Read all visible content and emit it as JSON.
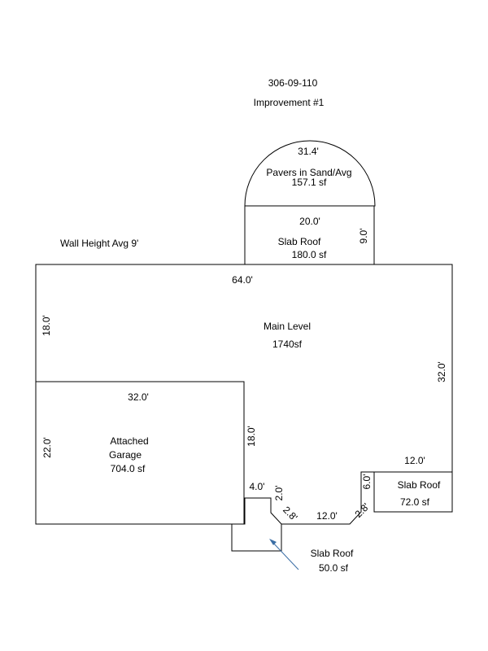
{
  "header": {
    "parcel_id": "306-09-110",
    "improvement": "Improvement #1"
  },
  "notes": {
    "wall_height": "Wall Height Avg 9'"
  },
  "areas": {
    "pavers": {
      "label": "Pavers in Sand/Avg",
      "area": "157.1 sf"
    },
    "slab_roof_top": {
      "label": "Slab Roof",
      "area": "180.0 sf"
    },
    "main_level": {
      "label": "Main Level",
      "area": "1740sf"
    },
    "garage": {
      "label_line1": "Attached",
      "label_line2": "Garage",
      "area": "704.0 sf"
    },
    "slab_roof_right": {
      "label": "Slab Roof",
      "area": "72.0 sf"
    },
    "slab_roof_bottom": {
      "label": "Slab Roof",
      "area": "50.0 sf"
    }
  },
  "dimensions": {
    "arc": "31.4'",
    "slab_top_width": "20.0'",
    "slab_top_depth": "9.0'",
    "main_top": "64.0'",
    "main_left": "18.0'",
    "main_right": "32.0'",
    "garage_top": "32.0'",
    "garage_left": "22.0'",
    "garage_right": "18.0'",
    "notch_top": "4.0'",
    "notch_side": "2.0'",
    "diag_left": "2.8'",
    "bottom_run": "12.0'",
    "diag_right": "2.8'",
    "slab_right_side": "6.0'",
    "slab_right_top": "12.0'"
  }
}
